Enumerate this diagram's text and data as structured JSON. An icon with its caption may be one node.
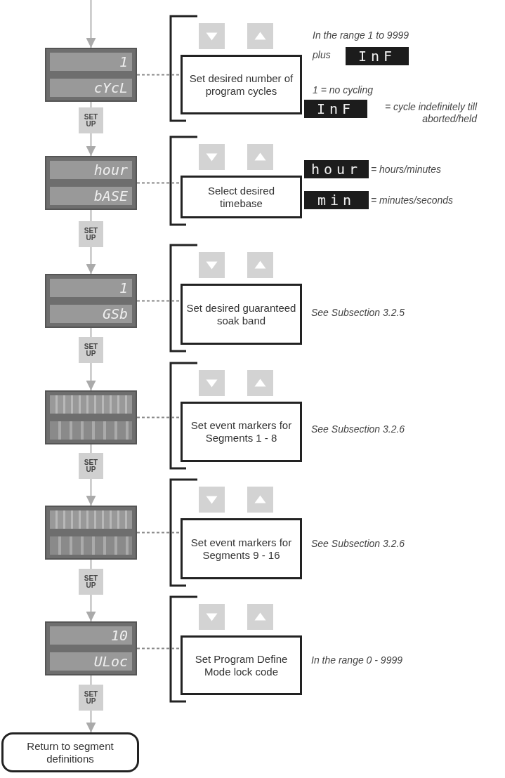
{
  "diagram": {
    "nodes": [
      {
        "text": [
          "1",
          "cYcL"
        ]
      },
      {
        "text": [
          "Set desired number of program cycles"
        ]
      },
      {
        "text": [
          "SET UP"
        ]
      },
      {
        "text": [
          "hour",
          "bASE"
        ]
      },
      {
        "text": [
          "Select desired timebase"
        ]
      },
      {
        "text": [
          "SET UP"
        ]
      },
      {
        "text": [
          "1",
          "GSb"
        ]
      },
      {
        "text": [
          "Set desired guaranteed soak band"
        ]
      },
      {
        "text": [
          "SET UP"
        ]
      },
      {
        "text": [],
        "shape": "picture"
      },
      {
        "text": [
          "Set event markers for Segments 1 - 8"
        ]
      },
      {
        "text": [
          "SET UP"
        ]
      },
      {
        "text": [],
        "shape": "picture"
      },
      {
        "text": [
          "Set event markers for Segments 9 - 16"
        ]
      },
      {
        "text": [
          "SET UP"
        ]
      },
      {
        "text": [
          "10",
          "ULoc"
        ]
      },
      {
        "text": [
          "Set Program Define Mode lock code"
        ]
      },
      {
        "text": [
          "SET UP"
        ]
      },
      {
        "text": [
          "Return to segment definitions"
        ]
      }
    ],
    "edges": [
      {
        "from": null,
        "to": 0,
        "arrow": "to"
      },
      {
        "from": 0,
        "to": 1,
        "arrow": "none",
        "style": "dashed"
      },
      {
        "from": 0,
        "to": 2,
        "arrow": "none"
      },
      {
        "from": 2,
        "to": 3,
        "arrow": "to"
      },
      {
        "from": 3,
        "to": 4,
        "arrow": "none",
        "style": "dashed"
      },
      {
        "from": 3,
        "to": 5,
        "arrow": "none"
      },
      {
        "from": 5,
        "to": 6,
        "arrow": "to"
      },
      {
        "from": 6,
        "to": 7,
        "arrow": "none",
        "style": "dashed"
      },
      {
        "from": 6,
        "to": 8,
        "arrow": "none"
      },
      {
        "from": 8,
        "to": 9,
        "arrow": "to"
      },
      {
        "from": 9,
        "to": 10,
        "arrow": "none",
        "style": "dashed"
      },
      {
        "from": 9,
        "to": 11,
        "arrow": "none"
      },
      {
        "from": 11,
        "to": 12,
        "arrow": "to"
      },
      {
        "from": 12,
        "to": 13,
        "arrow": "none",
        "style": "dashed"
      },
      {
        "from": 12,
        "to": 14,
        "arrow": "none"
      },
      {
        "from": 14,
        "to": 15,
        "arrow": "to"
      },
      {
        "from": 15,
        "to": 16,
        "arrow": "none",
        "style": "dashed"
      },
      {
        "from": 15,
        "to": 17,
        "arrow": "none"
      },
      {
        "from": 17,
        "to": 18,
        "arrow": "to"
      }
    ],
    "labels": [
      "In the range 1 to 9999",
      "plus",
      "InF",
      "1 = no cycling",
      "InF",
      "= cycle indefinitely till aborted/held",
      "hour",
      "= hours/minutes",
      "min",
      "= minutes/seconds",
      "See Subsection 3.2.5",
      "See Subsection 3.2.6",
      "See Subsection 3.2.6",
      "In the range 0 - 9999"
    ]
  }
}
